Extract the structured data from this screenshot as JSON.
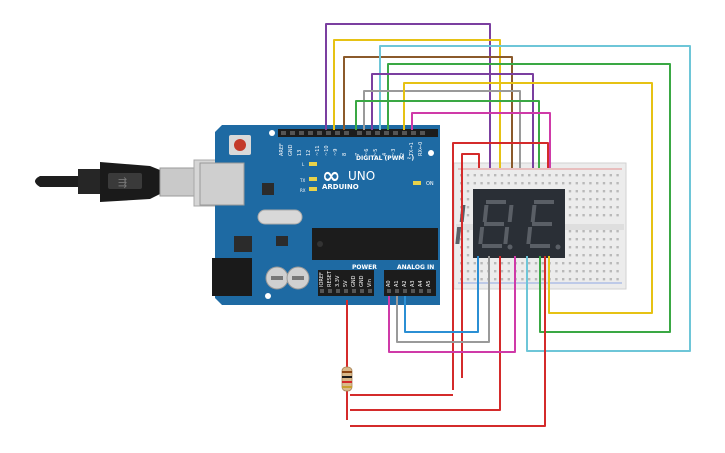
{
  "board": {
    "brand_logo": "ARDUINO",
    "model": "UNO",
    "digital_header_label": "DIGITAL (PWM ~)",
    "power_header_label": "POWER",
    "analog_header_label": "ANALOG IN",
    "on_label": "ON",
    "tx_label": "TX",
    "rx_label": "RX",
    "l_label": "L",
    "digital_pins": [
      "AREF",
      "GND",
      "13",
      "12",
      "~11",
      "~10",
      "~9",
      "8",
      "7",
      "~6",
      "~5",
      "4",
      "~3",
      "2",
      "TX→1",
      "RX←0"
    ],
    "power_pins": [
      "IOREF",
      "RESET",
      "3.3V",
      "5V",
      "GND",
      "GND",
      "Vin"
    ],
    "analog_pins": [
      "A0",
      "A1",
      "A2",
      "A3",
      "A4",
      "A5"
    ]
  },
  "display": {
    "left_digit": "8.",
    "right_digit": "8."
  },
  "colors": {
    "board": "#1e6aa3",
    "breadboard": "#ececec",
    "display_body": "#2a2f36",
    "segment_off": "#5a5f66",
    "wire_purple": "#7b3fa0",
    "wire_yellow": "#e6c214",
    "wire_brown": "#8b5a2b",
    "wire_cyan": "#6ec6d8",
    "wire_green": "#3aa844",
    "wire_gray": "#9a9a9a",
    "wire_pink": "#cf3aa8",
    "wire_red": "#d42b2b",
    "wire_blue": "#2b8fd4"
  }
}
